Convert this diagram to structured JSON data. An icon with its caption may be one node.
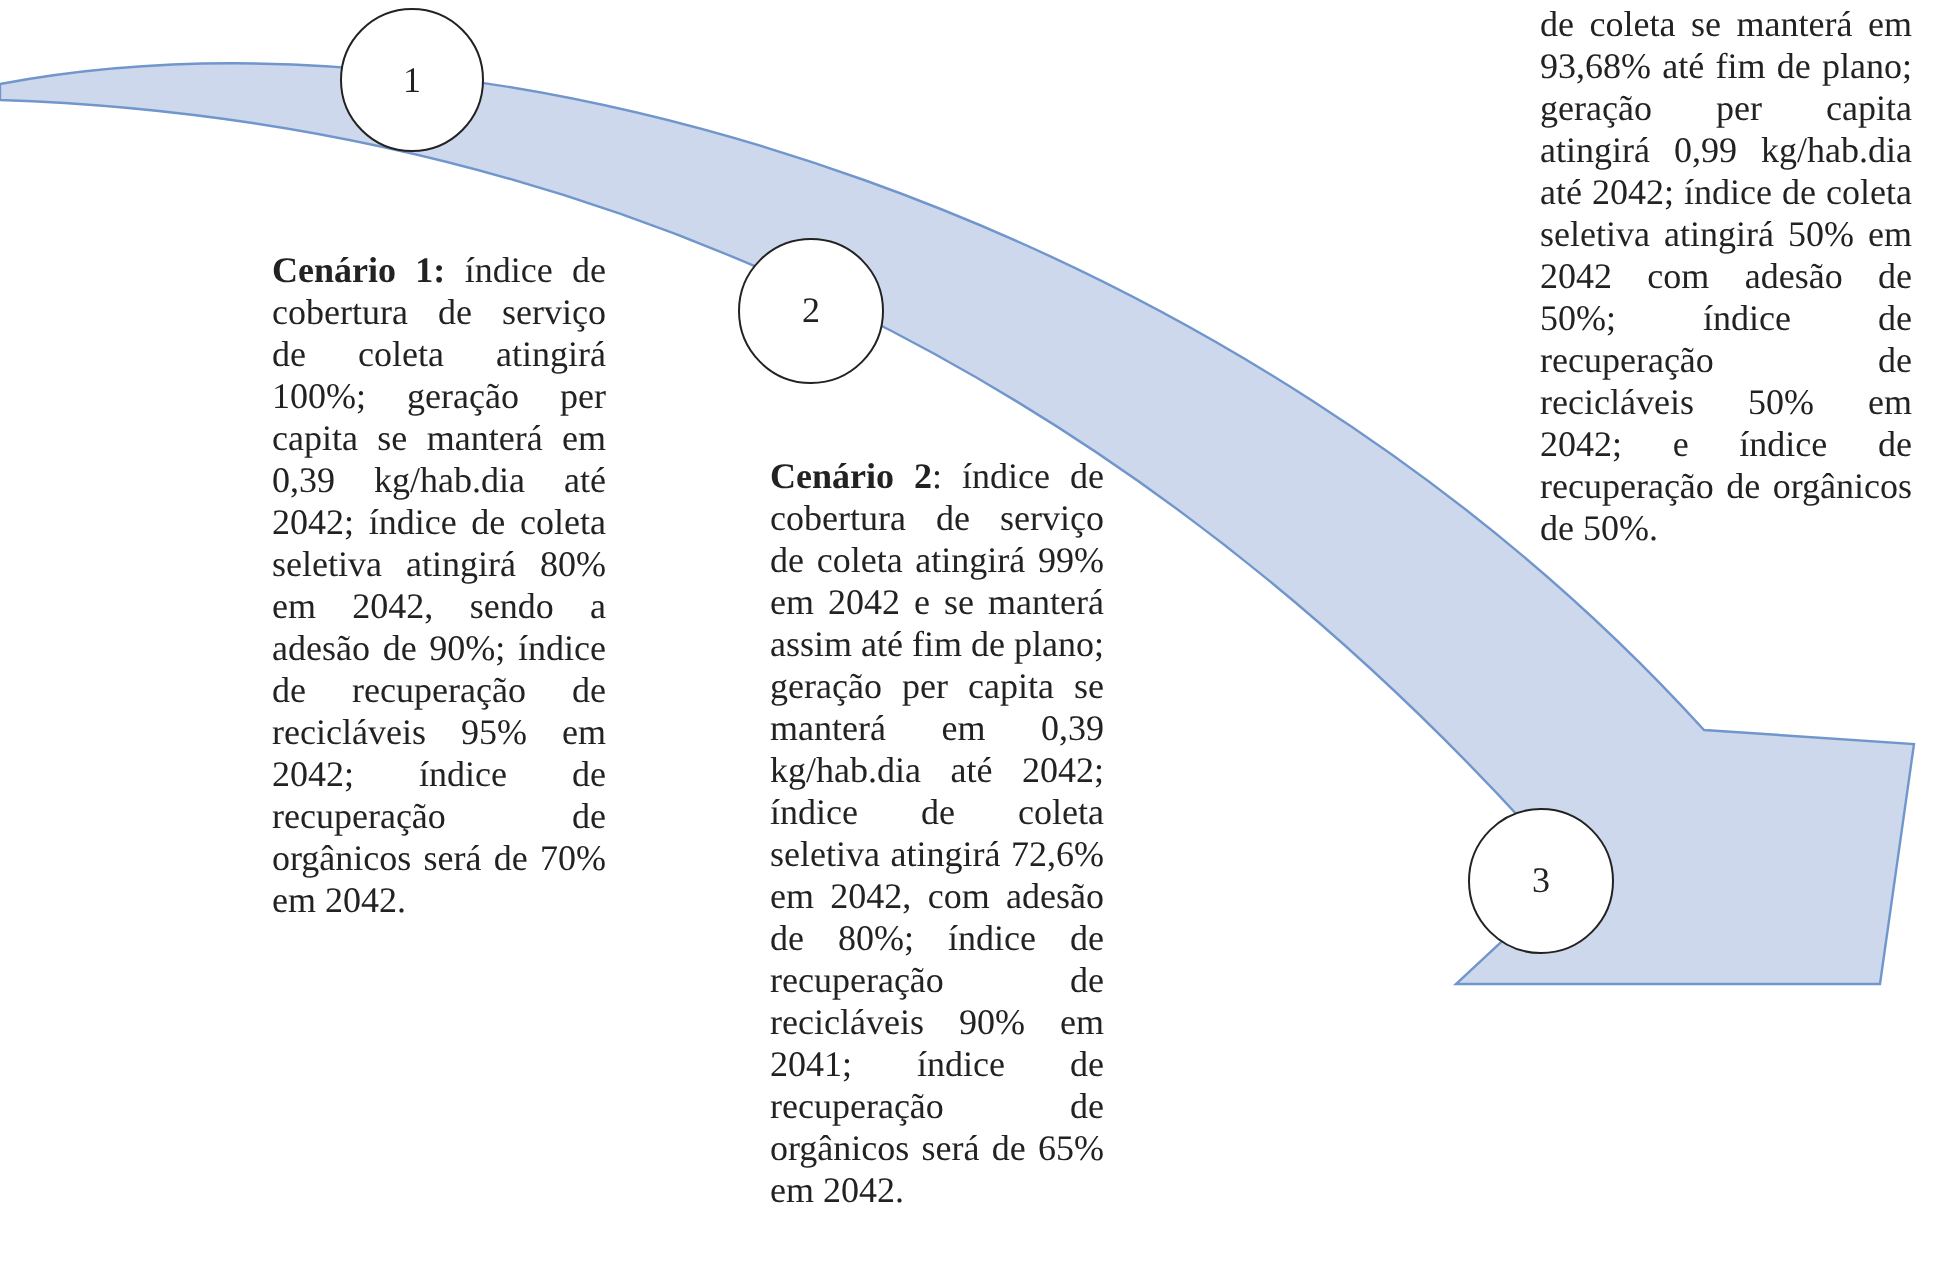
{
  "diagram": {
    "nodes": [
      {
        "text": [
          "1"
        ],
        "beside": [
          "**Cenário 1:** índice de cobertura de serviço de coleta atingirá 100%; geração per capita se manterá em 0,39 kg/hab.dia até 2042; índice de coleta seletiva atingirá 80% em 2042, sendo a adesão de 90%; índice de recuperação de recicláveis 95% em 2042; índice de recuperação de orgânicos será de 70% em 2042."
        ]
      },
      {
        "text": [
          "2"
        ],
        "beside": [
          "**Cenário 2**: índice de cobertura de serviço de coleta atingirá 99% em 2042 e se manterá assim até fim de plano; geração per capita se manterá em 0,39 kg/hab.dia até 2042; índice de coleta seletiva atingirá 72,6% em 2042, com adesão de 80%; índice de recuperação de recicláveis 90% em 2041; índice de recuperação de orgânicos será de 65% em 2042."
        ]
      },
      {
        "text": [
          "3"
        ]
      }
    ],
    "labels": [
      "de coleta se manterá em 93,68% até fim de plano; geração per capita atingirá 0,99 kg/hab.dia até 2042; índice de coleta seletiva atingirá 50% em 2042 com adesão de 50%; índice de recuperação de recicláveis 50% em 2042; e índice de recuperação de orgânicos de 50%."
    ]
  }
}
